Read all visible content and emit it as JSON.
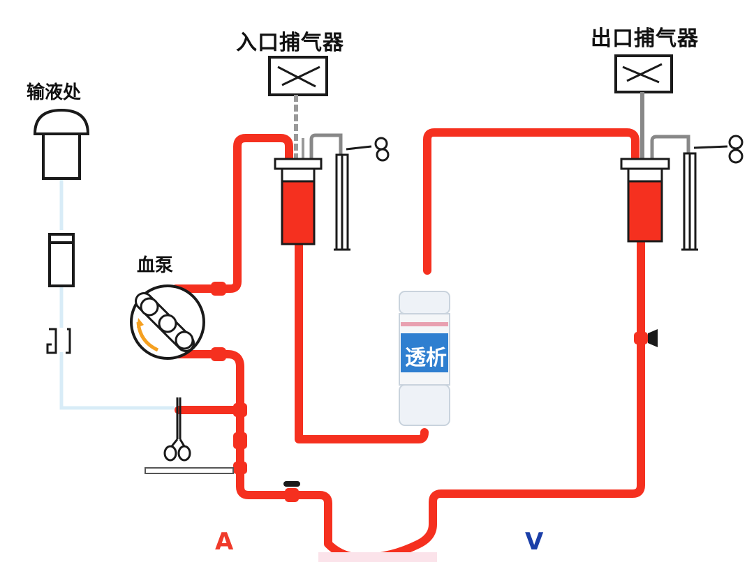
{
  "labels": {
    "inlet_chamber": "入口捕气器",
    "outlet_chamber": "出口捕气器",
    "infusion": "输液处",
    "blood_pump": "血泵",
    "dialyzer": "透析",
    "arterial": "A",
    "venous": "V"
  },
  "colors": {
    "blood_line": "#f5301f",
    "saline_line": "#d8ecf7",
    "outline": "#1a1a1a",
    "dialyzer_band": "#2f7fd0",
    "arterial_label": "#f03a2a",
    "venous_label": "#1b3fa8"
  }
}
